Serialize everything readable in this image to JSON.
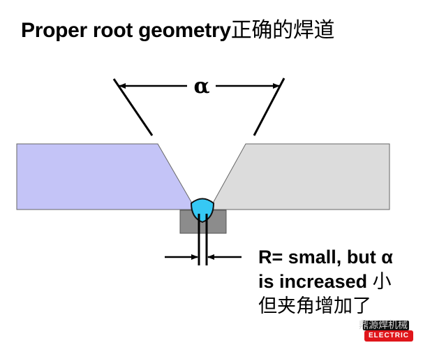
{
  "title": {
    "en": "Proper root geometry",
    "cn": "正确的焊道"
  },
  "diagram": {
    "angle_label": "α",
    "colors": {
      "left_plate": "#c4c4f7",
      "right_plate": "#dcdcdc",
      "weld_bead": "#36c8f4",
      "backing_bar": "#8c8c8c",
      "outline": "#555555",
      "lines": "#000000"
    }
  },
  "note": {
    "line1": "R= small, but α",
    "line2_en": "is increased ",
    "line2_cn": "小",
    "line3": "但夹角增加了"
  },
  "watermark": {
    "text": "鼎源焊机械",
    "logo_text": "ELECTRIC"
  }
}
